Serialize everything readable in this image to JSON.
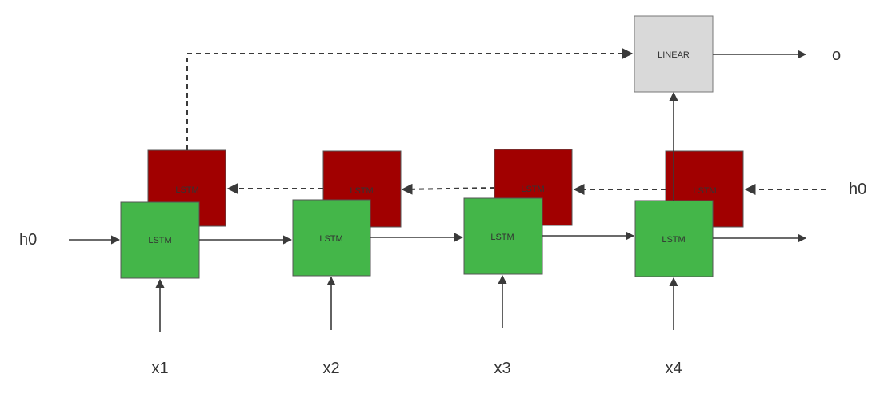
{
  "diagram": {
    "forward_cells": [
      {
        "label": "LSTM"
      },
      {
        "label": "LSTM"
      },
      {
        "label": "LSTM"
      },
      {
        "label": "LSTM"
      }
    ],
    "backward_cells": [
      {
        "label": "LSTM"
      },
      {
        "label": "LSTM"
      },
      {
        "label": "LSTM"
      },
      {
        "label": "LSTM"
      }
    ],
    "inputs": [
      "x1",
      "x2",
      "x3",
      "x4"
    ],
    "linear_label": "LINEAR",
    "output_label": "o",
    "forward_init_label": "h0",
    "backward_init_label": "h0",
    "colors": {
      "forward_cell": "#44b649",
      "backward_cell": "#a10000",
      "linear_box": "#d9d9d9",
      "edge": "#3a3a3a",
      "text": "#333333"
    }
  }
}
